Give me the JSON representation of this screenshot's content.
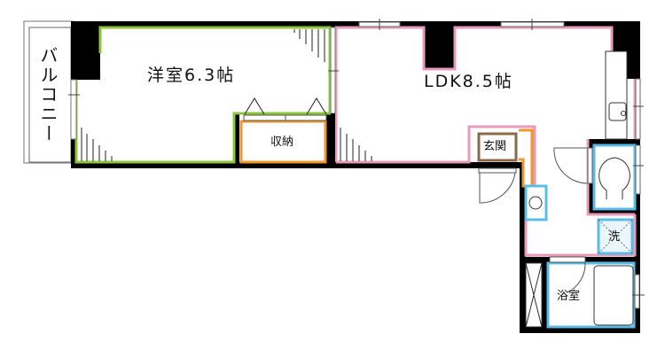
{
  "floor_plan": {
    "type": "apartment-1LDK",
    "colors": {
      "wall": "#000000",
      "western_room_outline": "#8cc63f",
      "ldk_outline": "#e89ab8",
      "closet_outline": "#f0962a",
      "wet_area_outline": "#5bbde6",
      "entrance_outline": "#8a6a4a",
      "background": "#ffffff"
    },
    "rooms": [
      {
        "id": "balcony",
        "label": "バルコニー"
      },
      {
        "id": "western_room",
        "label": "洋室6.3帖",
        "size_jo": 6.3
      },
      {
        "id": "closet",
        "label": "収納"
      },
      {
        "id": "ldk",
        "label": "LDK8.5帖",
        "size_jo": 8.5
      },
      {
        "id": "entrance",
        "label": "玄関"
      },
      {
        "id": "washer",
        "label": "洗"
      },
      {
        "id": "bathroom",
        "label": "浴室"
      },
      {
        "id": "toilet",
        "label": ""
      }
    ]
  }
}
